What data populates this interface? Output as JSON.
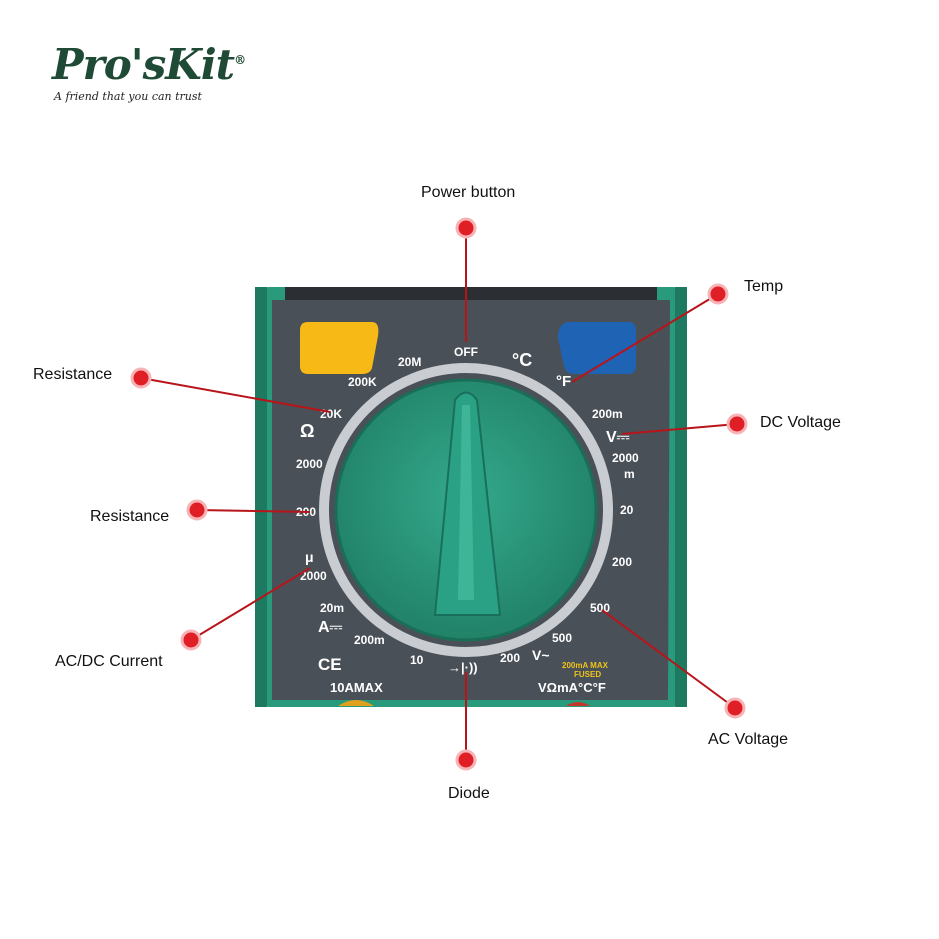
{
  "brand": {
    "name": "Pro'sKit",
    "trademark": "®",
    "tagline": "A friend that you can trust"
  },
  "callouts": {
    "power": "Power button",
    "temp": "Temp",
    "resistance_top": "Resistance",
    "dc_voltage": "DC Voltage",
    "resistance_mid": "Resistance",
    "ac_dc_current": "AC/DC Current",
    "ac_voltage": "AC Voltage",
    "diode": "Diode"
  },
  "dial_labels": {
    "off": "OFF",
    "celsius": "°C",
    "fahrenheit": "°F",
    "r20m": "20M",
    "r200k": "200K",
    "r20k": "20K",
    "ohm": "Ω",
    "r2000": "2000",
    "r200": "200",
    "micro": "μ",
    "ua2000": "2000",
    "ma20": "20m",
    "amp_dc": "A⎓",
    "ma200": "200m",
    "a10": "10",
    "diode_symbol": "→|·))",
    "acv200": "200",
    "acv_symbol": "V~",
    "acv500a": "500",
    "acv500b": "500",
    "dcv200m": "200m",
    "dcv_symbol": "V⎓",
    "dcv2000m": "2000",
    "dcv_m": "m",
    "dcv20": "20",
    "dcv200": "200",
    "ce_mark": "CE",
    "port_10a": "10AMAX",
    "port_vma": "VΩmA°C°F",
    "fuse_line1": "200mA MAX",
    "fuse_line2": "FUSED"
  },
  "colors": {
    "body_green": "#2a9a7d",
    "panel_gray": "#4a5058",
    "dial_green": "#2c9b80",
    "button_yellow": "#f7b916",
    "button_blue": "#1f63b4",
    "marker_red": "#e01e26",
    "leader_red": "#b8141a"
  }
}
